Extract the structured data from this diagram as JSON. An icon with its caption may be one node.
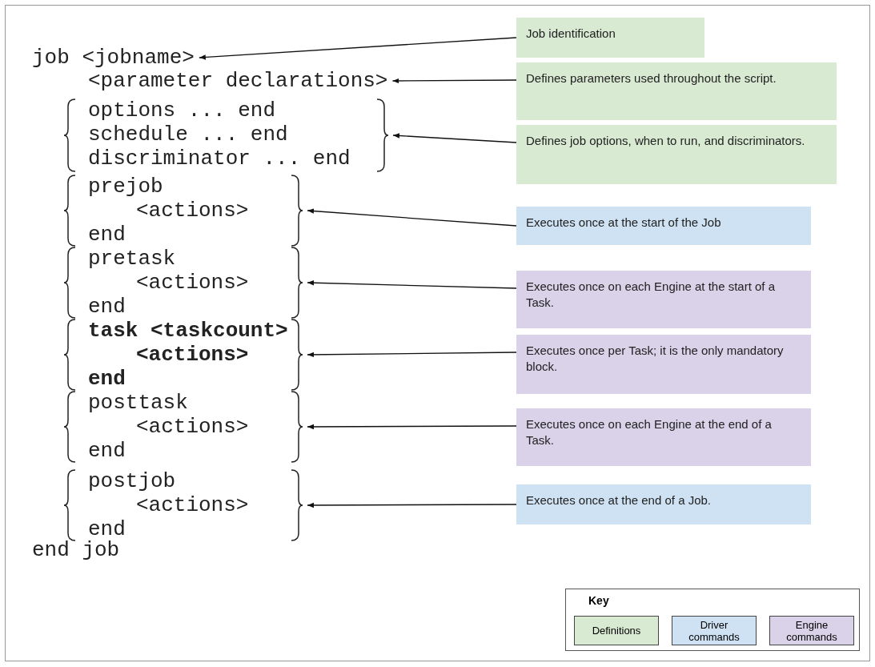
{
  "diagram": {
    "nodes": [
      {
        "text": [
          "job <jobname>"
        ]
      },
      {
        "text": [
          "<parameter declarations>"
        ]
      },
      {
        "text": [
          "options ... end",
          "schedule ... end",
          "discriminator ... end"
        ]
      },
      {
        "text": [
          "prejob",
          "<actions>",
          "end"
        ]
      },
      {
        "text": [
          "pretask",
          "<actions>",
          "end"
        ]
      },
      {
        "text": [
          "task <taskcount>",
          "<actions>",
          "end"
        ]
      },
      {
        "text": [
          "posttask",
          "<actions>",
          "end"
        ]
      },
      {
        "text": [
          "postjob",
          "<actions>",
          "end"
        ]
      },
      {
        "text": [
          "Job identification"
        ]
      },
      {
        "text": [
          "Defines parameters used throughout the script."
        ]
      },
      {
        "text": [
          "Defines job options, when to run, and discriminators."
        ]
      },
      {
        "text": [
          "Executes once at the start of the Job"
        ]
      },
      {
        "text": [
          "Executes once on each Engine at the start of a Task."
        ]
      },
      {
        "text": [
          "Executes once per Task; it is the only mandatory block."
        ]
      },
      {
        "text": [
          "Executes once on each Engine at the end of a Task."
        ]
      },
      {
        "text": [
          "Executes once at the end of a Job."
        ]
      }
    ],
    "edges": [
      {
        "from": 8,
        "to": 0,
        "arrow": "to"
      },
      {
        "from": 9,
        "to": 1,
        "arrow": "to"
      },
      {
        "from": 10,
        "to": 2,
        "arrow": "to"
      },
      {
        "from": 11,
        "to": 3,
        "arrow": "to"
      },
      {
        "from": 12,
        "to": 4,
        "arrow": "to"
      },
      {
        "from": 13,
        "to": 5,
        "arrow": "to"
      },
      {
        "from": 14,
        "to": 6,
        "arrow": "to"
      },
      {
        "from": 15,
        "to": 7,
        "arrow": "to"
      }
    ],
    "labels": [
      "end job",
      "Key"
    ],
    "legend": [
      {
        "text": "Definitions",
        "color": "#d9ead3"
      },
      {
        "text": "Driver commands",
        "color": "#cfe2f3"
      },
      {
        "text": "Engine commands",
        "color": "#d9d2e9"
      }
    ]
  }
}
